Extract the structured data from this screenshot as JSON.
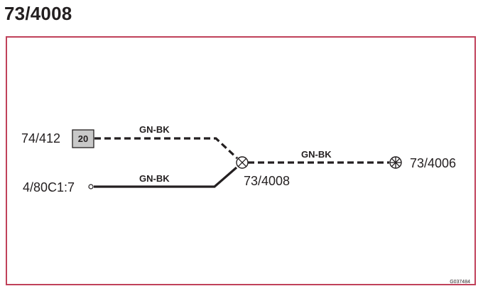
{
  "title": "73/4008",
  "connectors": {
    "box_connector": {
      "label": "74/412",
      "pin": "20"
    },
    "plain_connector": {
      "label": "4/80C1:7"
    },
    "junction": {
      "label": "73/4008"
    },
    "ground_point": {
      "label": "73/4006"
    }
  },
  "wires": [
    {
      "from": "74/412",
      "to": "73/4008",
      "color_code": "GN-BK",
      "style": "dashed"
    },
    {
      "from": "4/80C1:7",
      "to": "73/4008",
      "color_code": "GN-BK",
      "style": "solid"
    },
    {
      "from": "73/4008",
      "to": "73/4006",
      "color_code": "GN-BK",
      "style": "dashed"
    }
  ],
  "figure_code": "G037484",
  "colors": {
    "frame": "#c0415a",
    "ink": "#231f20",
    "box_fill": "#c8c8c8"
  }
}
